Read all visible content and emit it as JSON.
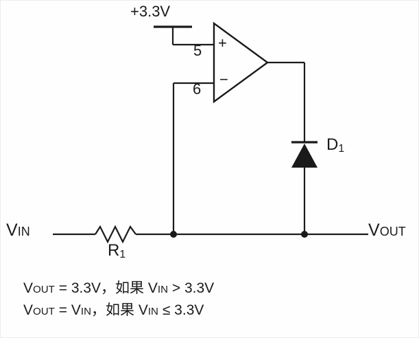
{
  "supply": {
    "label": "+3.3V"
  },
  "opamp": {
    "pin_noninverting": "5",
    "pin_inverting": "6",
    "plus_sign": "+",
    "minus_sign": "−"
  },
  "diode": {
    "ref": "D",
    "sub": "1"
  },
  "resistor": {
    "ref": "R",
    "sub": "1"
  },
  "ports": {
    "vin_main": "V",
    "vin_sub": "IN",
    "vout_main": "V",
    "vout_sub": "OUT"
  },
  "equations": {
    "line1": {
      "p0": "V",
      "p1": "OUT",
      "p2": " = 3.3V，如果 ",
      "p3": "V",
      "p4": "IN",
      "p5": " > 3.3V"
    },
    "line2": {
      "p0": "V",
      "p1": "OUT",
      "p2": " = V",
      "p3": "IN",
      "p4": "，如果 ",
      "p5": "V",
      "p6": "IN",
      "p7": " ≤ 3.3V"
    }
  },
  "colors": {
    "line": "#1a1a1a",
    "background": "#fefefe"
  }
}
